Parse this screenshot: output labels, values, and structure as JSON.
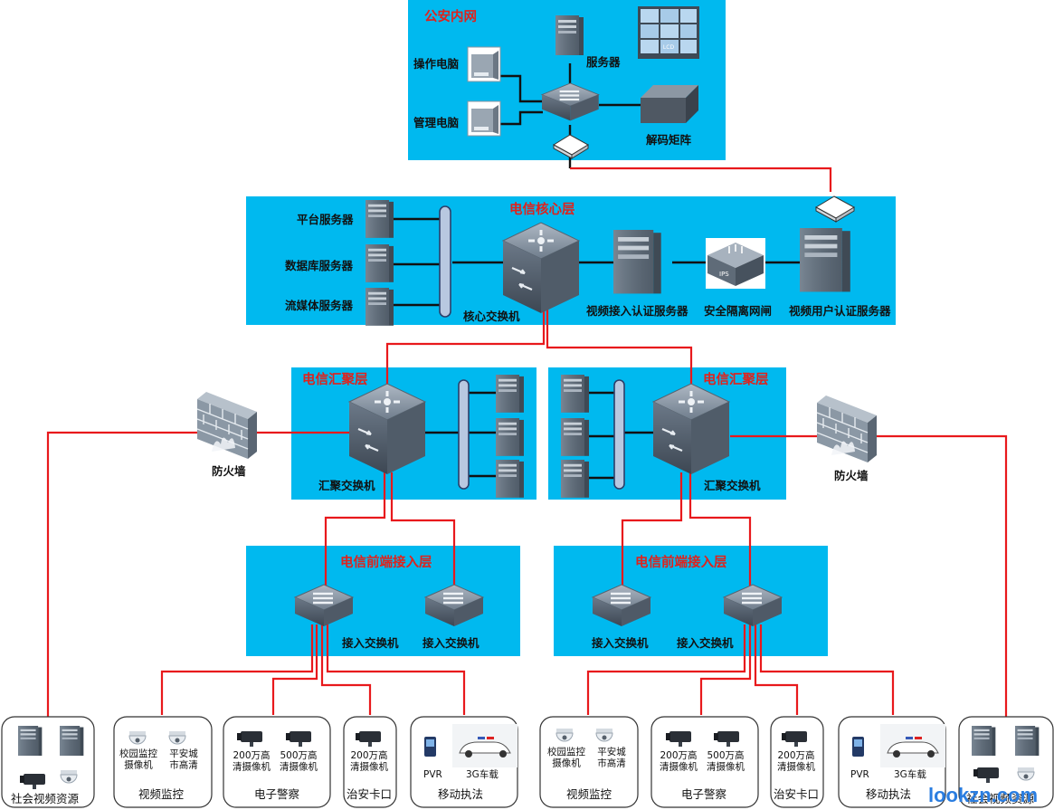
{
  "palette": {
    "panel": "#00b9ef",
    "wire": "#e8191c",
    "title": "#e0221c",
    "device": "#6d7b8a",
    "watermark": "#2a7de0"
  },
  "police_net": {
    "title": "公安内网",
    "op_pc": "操作电脑",
    "admin_pc": "管理电脑",
    "server": "服务器",
    "decoder": "解码矩阵",
    "lcd": "LCD"
  },
  "core": {
    "title": "电信核心层",
    "platform_server": "平台服务器",
    "db_server": "数据库服务器",
    "media_server": "流媒体服务器",
    "core_switch": "核心交换机",
    "video_auth": "视频接入认证服务器",
    "isolation": "安全隔离网闸",
    "ips": "IPS",
    "user_auth": "视频用户认证服务器"
  },
  "agg_left": {
    "title": "电信汇聚层",
    "switch": "汇聚交换机",
    "firewall": "防火墙"
  },
  "agg_right": {
    "title": "电信汇聚层",
    "switch": "汇聚交换机",
    "firewall": "防火墙"
  },
  "access_left": {
    "title": "电信前端接入层",
    "switch_a": "接入交换机",
    "switch_b": "接入交换机"
  },
  "access_right": {
    "title": "电信前端接入层",
    "switch_a": "接入交换机",
    "switch_b": "接入交换机"
  },
  "edge": {
    "social": "社会视频资源",
    "campus": "校园监控\n摄像机",
    "safecity": "平安城\n市高清",
    "video_monitor": "视频监控",
    "cam200": "200万高\n清摄像机",
    "cam500": "500万高\n清摄像机",
    "e_police": "电子警察",
    "checkpoint": "治安卡口",
    "pvr": "PVR",
    "vehicle": "3G车载",
    "mobile": "移动执法"
  },
  "watermark": "lookzn.com"
}
